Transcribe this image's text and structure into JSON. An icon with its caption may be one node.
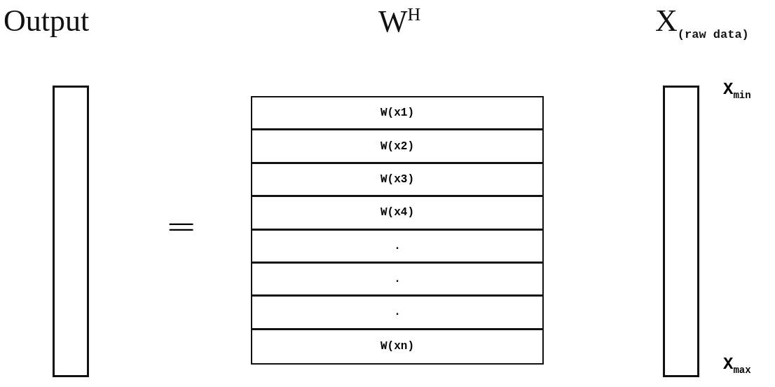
{
  "diagram": {
    "nodes": [
      {
        "text": [
          "Output"
        ]
      },
      {
        "text": [
          "W$^{H}$"
        ]
      },
      {
        "text": [
          "W(x1)"
        ],
        "in": 1
      },
      {
        "text": [
          "W(x2)"
        ],
        "in": 1
      },
      {
        "text": [
          "W(x3)"
        ],
        "in": 1
      },
      {
        "text": [
          "W(x4)"
        ],
        "in": 1
      },
      {
        "text": [
          "."
        ],
        "in": 1
      },
      {
        "text": [
          "."
        ],
        "in": 1
      },
      {
        "text": [
          "."
        ],
        "in": 1
      },
      {
        "text": [
          "W(xn)"
        ],
        "in": 1
      },
      {
        "text": [
          "X$_{(raw data)}$"
        ],
        "beside": [
          "X$_{min}$",
          "X$_{max}$"
        ]
      }
    ],
    "edges": [],
    "labels": [
      "="
    ]
  }
}
